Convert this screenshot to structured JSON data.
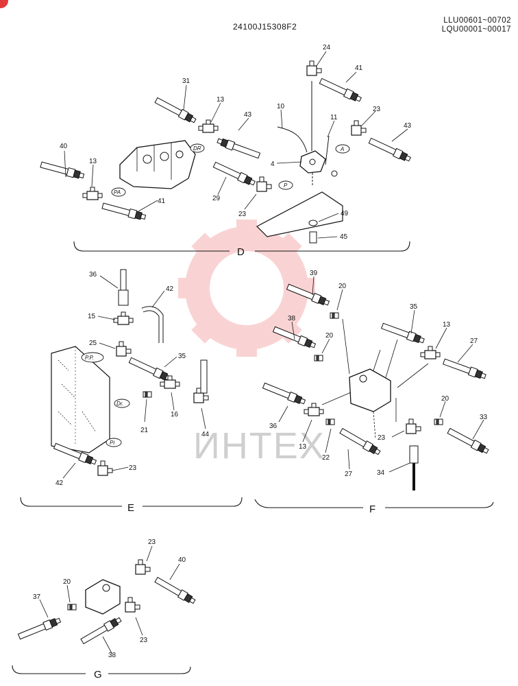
{
  "header": {
    "drawing_code": "24100J15308F2",
    "serial_line_1": "LLU00601~00702",
    "serial_line_2": "LQU00001~00017"
  },
  "watermark": {
    "text": "ИНТЕХ",
    "color": "#f2a0a0"
  },
  "sections": {
    "D": {
      "label": "D",
      "ports": [
        "DR",
        "PA",
        "P",
        "A"
      ],
      "callouts": [
        "24",
        "41",
        "31",
        "13",
        "43",
        "10",
        "11",
        "23",
        "43",
        "40",
        "13",
        "4",
        "29",
        "41",
        "23",
        "49",
        "45"
      ]
    },
    "E": {
      "label": "E",
      "ports": [
        "P.P.",
        "Dr.",
        "Pi"
      ],
      "callouts": [
        "36",
        "42",
        "15",
        "25",
        "35",
        "21",
        "16",
        "44",
        "42",
        "23"
      ]
    },
    "F": {
      "label": "F",
      "callouts": [
        "39",
        "20",
        "38",
        "20",
        "35",
        "13",
        "27",
        "36",
        "13",
        "22",
        "27",
        "20",
        "33",
        "23",
        "34"
      ]
    },
    "G": {
      "label": "G",
      "callouts": [
        "23",
        "40",
        "20",
        "37",
        "23",
        "38"
      ]
    }
  }
}
